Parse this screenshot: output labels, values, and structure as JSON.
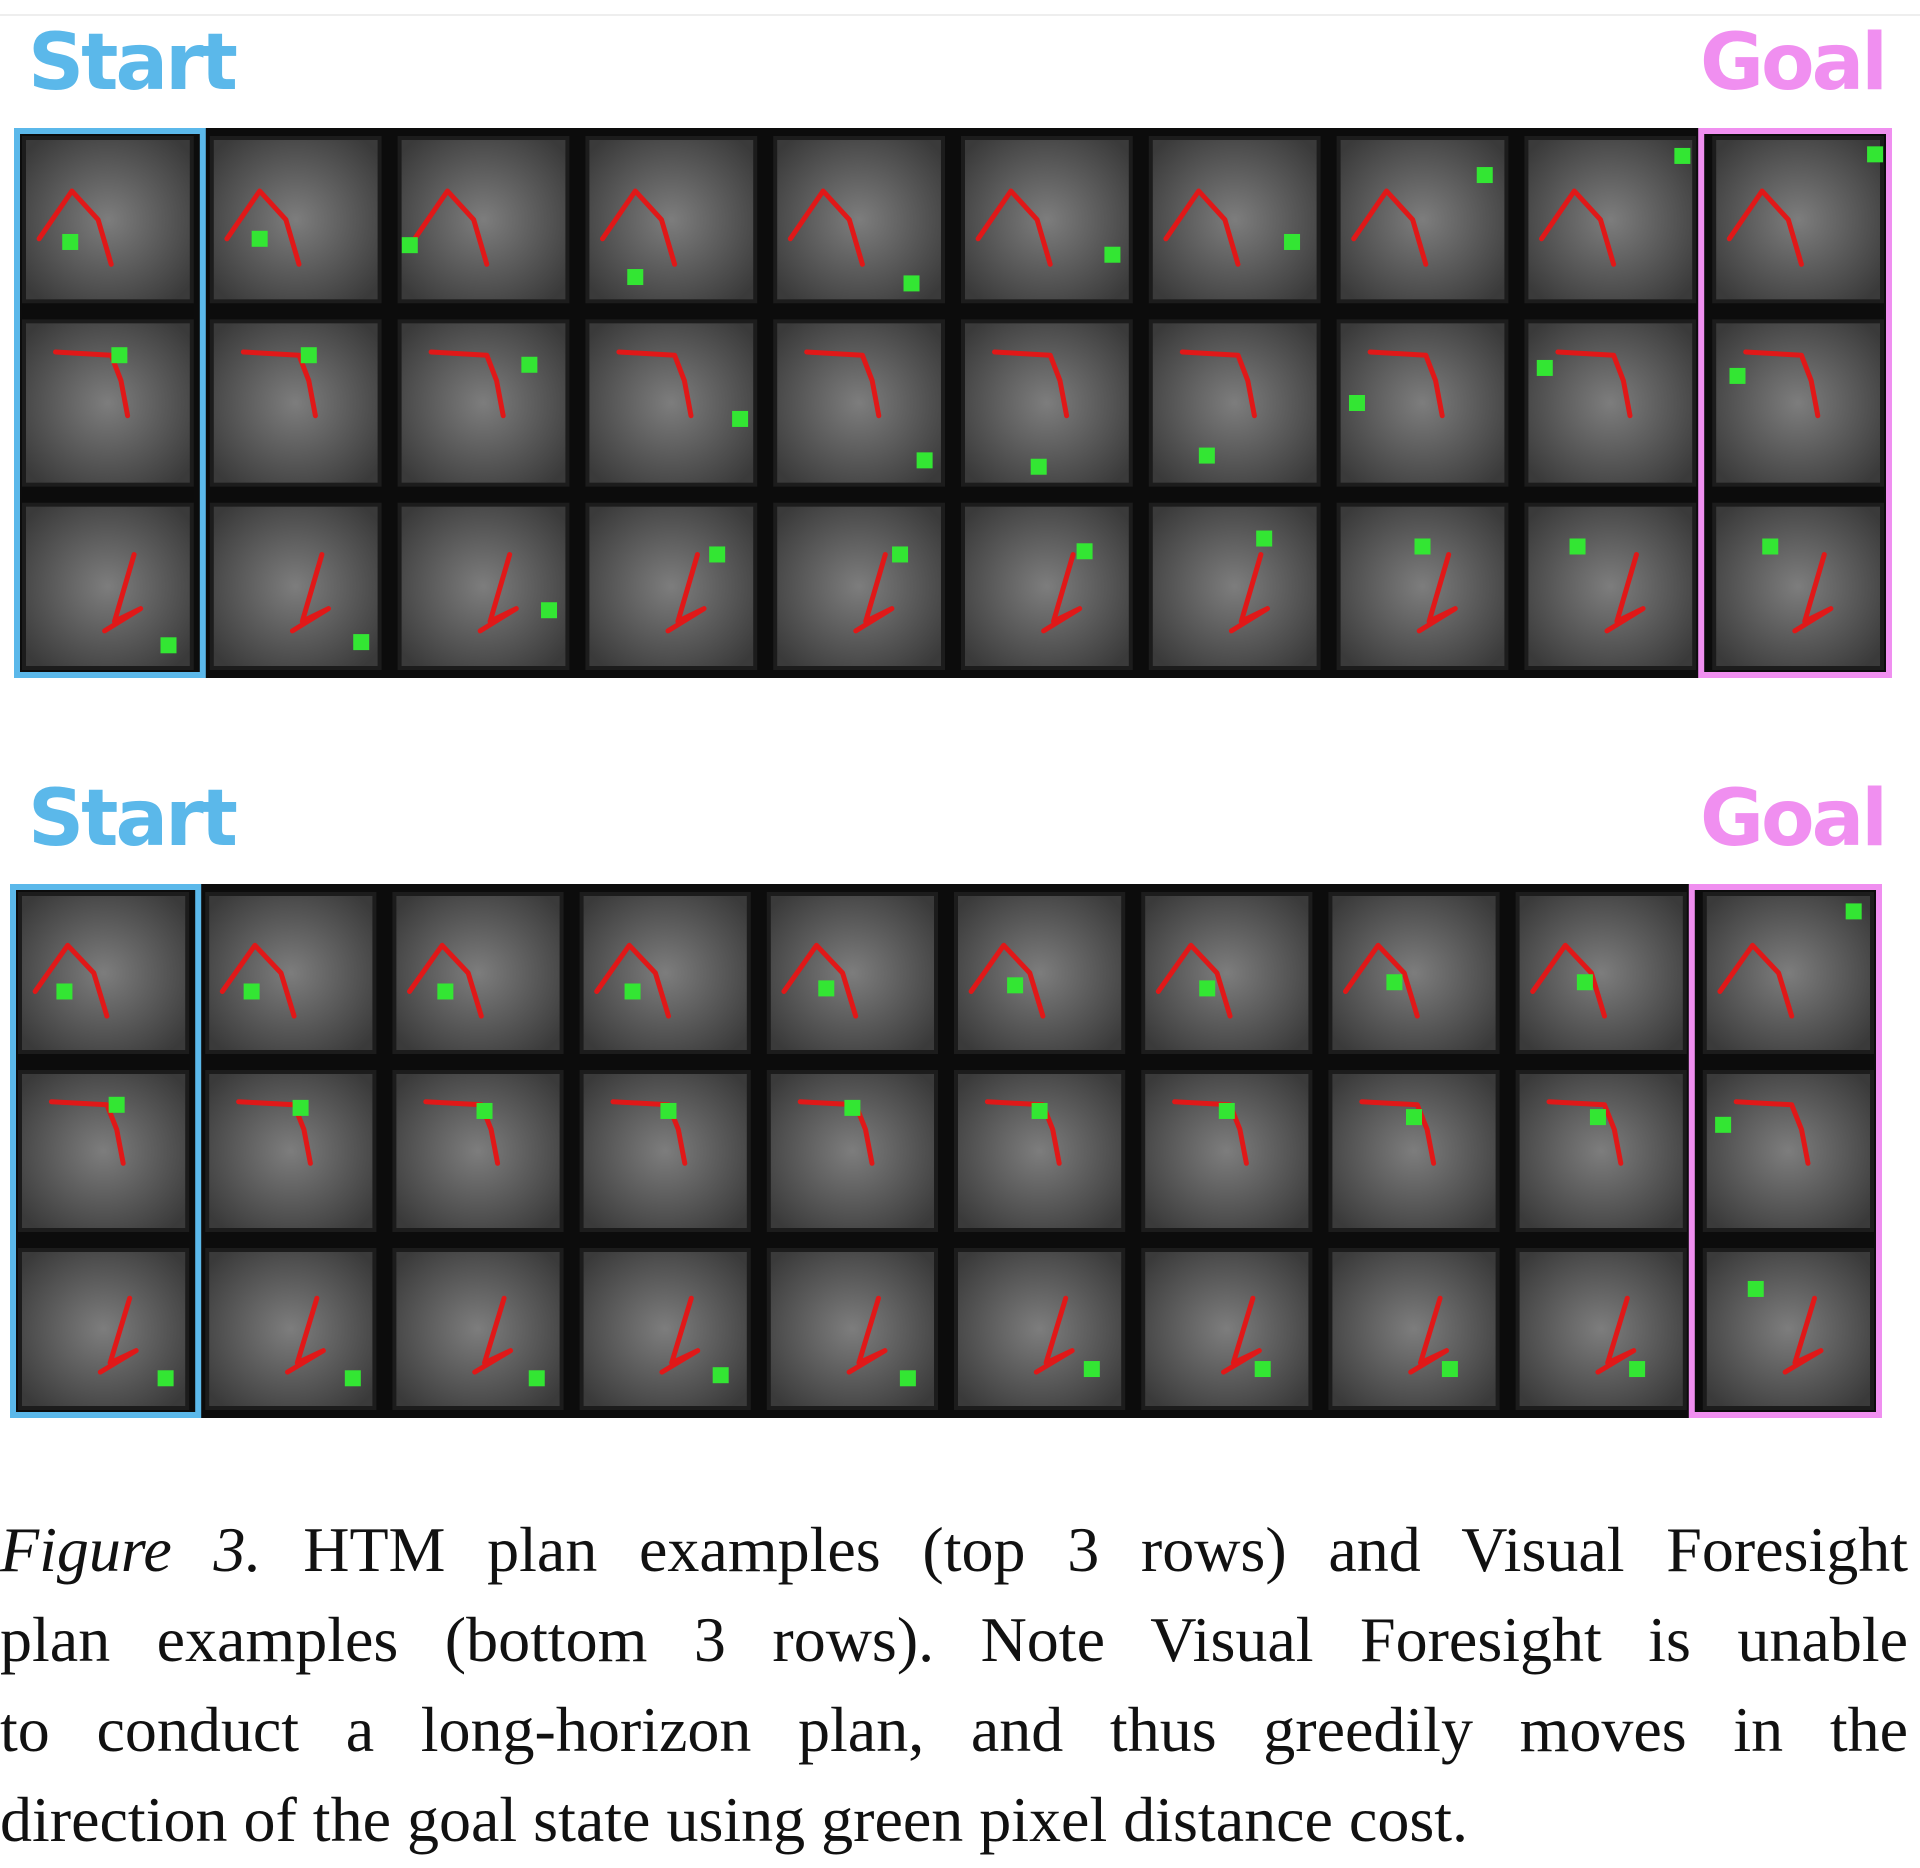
{
  "figure": {
    "panels": [
      {
        "start_label": "Start",
        "goal_label": "Goal",
        "method": "HTM"
      },
      {
        "start_label": "Start",
        "goal_label": "Goal",
        "method": "Visual Foresight"
      }
    ],
    "colors": {
      "start": "#5bb8ea",
      "goal": "#f08ff0",
      "arm": "#e01818",
      "block": "#33e633"
    }
  },
  "caption": {
    "label": "Figure 3.",
    "line1": "HTM plan examples (top 3 rows) and Visual Foresight",
    "line2": "plan examples (bottom 3 rows). Note Visual Foresight is unable",
    "line3": "to conduct a long-horizon plan, and thus greedily moves in the",
    "line4": "direction of the goal state using green pixel distance cost."
  }
}
